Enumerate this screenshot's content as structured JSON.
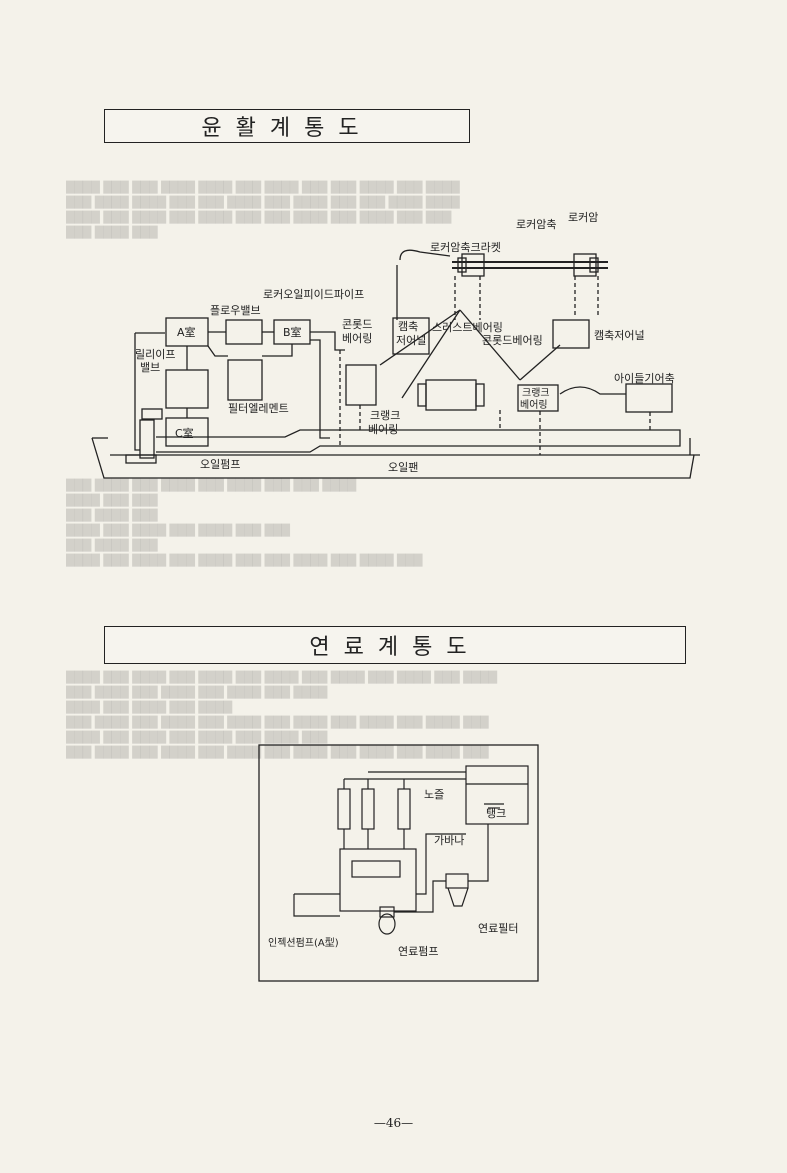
{
  "lubrication_section": {
    "title": "윤활계통도",
    "labels": {
      "rocker_shaft_bracket": "로커암축크라켓",
      "rocker_shaft": "로커암축",
      "rocker_arm": "로커암",
      "rocker_oil_feed_pipe": "로커오일피이드파이프",
      "flow_valve": "플로우밸브",
      "chamber_a": "A室",
      "chamber_b": "B室",
      "chamber_c": "C室",
      "relief_valve_1": "릴리이프",
      "relief_valve_2": "밸브",
      "filter_element": "필터엘레멘트",
      "conrod_bearing_left_1": "콘롯드",
      "conrod_bearing_left_2": "베어링",
      "camshaft_journal_left_1": "캠축",
      "camshaft_journal_left_2": "저어널",
      "thrust_bearing": "스러스트베어링",
      "conrod_bearing_right": "콘롯드베어링",
      "camshaft_journal_right": "캠축저어널",
      "idler_gear_shaft": "아이들기어축",
      "crank_bearing_left_1": "크랭크",
      "crank_bearing_left_2": "베어링",
      "crank_bearing_right_1": "크랭크",
      "crank_bearing_right_2": "베어링",
      "oil_pump": "오일펌프",
      "oil_pan": "오일팬"
    }
  },
  "fuel_section": {
    "title": "연료계통도",
    "labels": {
      "nozzle": "노즐",
      "tank": "탱크",
      "governor": "가바나",
      "fuel_filter": "연료필터",
      "injection_pump": "인젝션펌프(A型)",
      "fuel_pump": "연료펌프"
    }
  },
  "page_number": "—46—"
}
